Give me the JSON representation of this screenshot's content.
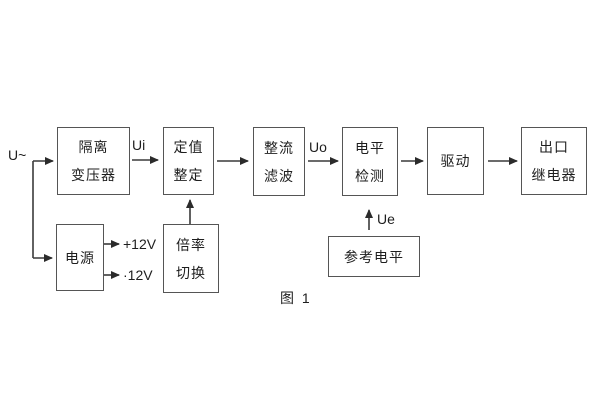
{
  "diagram": {
    "caption": "图 1",
    "blocks": {
      "isolation_transformer": "隔离\n变压器",
      "setting": "定值\n整定",
      "rectifier_filter": "整流\n滤波",
      "level_detection": "电平\n检测",
      "drive": "驱动",
      "output_relay": "出口\n继电器",
      "power_supply": "电源",
      "ratio_switch": "倍率\n切换",
      "reference_level": "参考电平"
    },
    "labels": {
      "input_voltage": "U~",
      "ui": "Ui",
      "uo": "Uo",
      "ue": "Ue",
      "plus_12v": "+12V",
      "minus_12v": "·12V"
    },
    "colors": {
      "background": "#ffffff",
      "box_border": "#555555",
      "line": "#3a3a3a",
      "text": "#1e1e1e"
    }
  }
}
